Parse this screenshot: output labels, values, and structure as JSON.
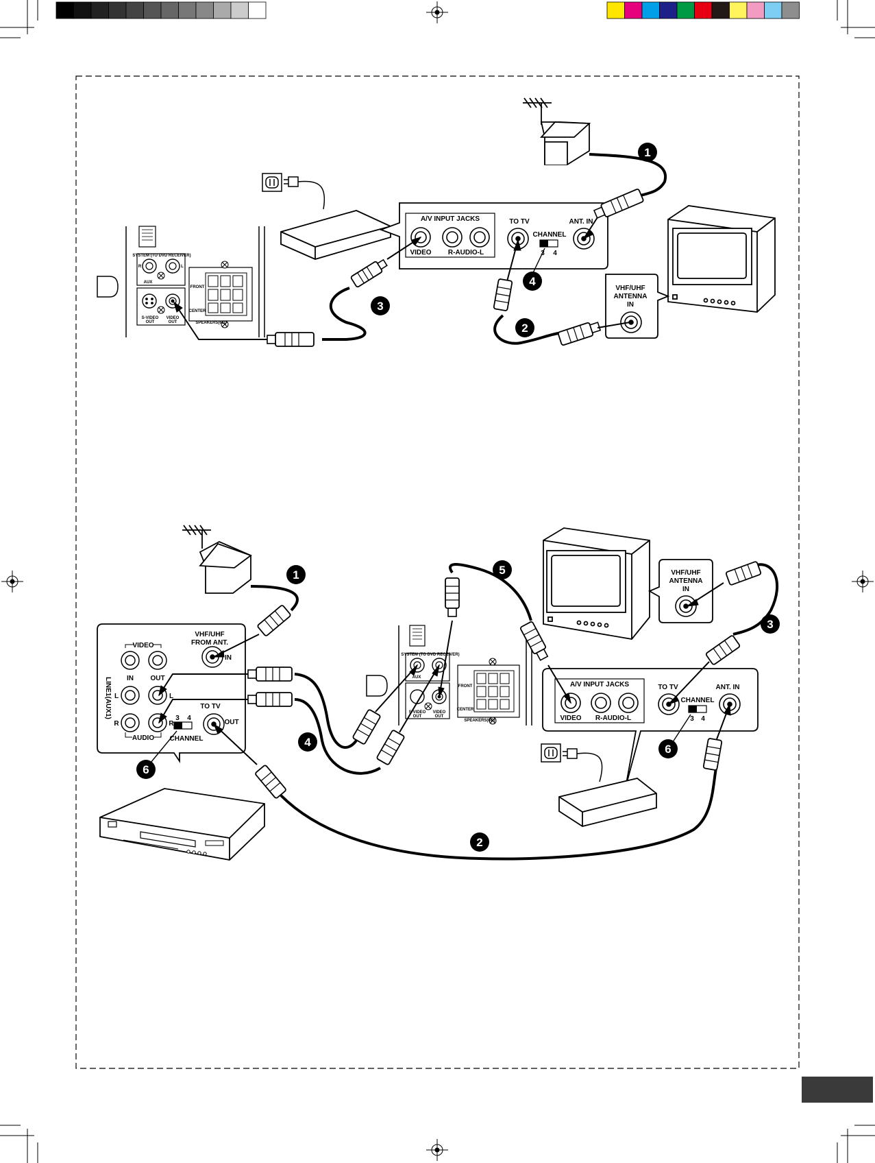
{
  "color_bars": {
    "grayscale": [
      "#000000",
      "#111111",
      "#222222",
      "#333333",
      "#444444",
      "#555555",
      "#666666",
      "#777777",
      "#888888",
      "#aaaaaa",
      "#cccccc",
      "#ffffff"
    ],
    "process": [
      "#ffe600",
      "#e6007e",
      "#00a0e9",
      "#1d2088",
      "#009944",
      "#e60012",
      "#231815",
      "#fff45c",
      "#f29cc4",
      "#7ecef4",
      "#8e8e8e"
    ]
  },
  "diagram_top": {
    "av_input_jacks": "A/V INPUT JACKS",
    "video": "VIDEO",
    "audio": "R-AUDIO-L",
    "to_tv": "TO TV",
    "channel": "CHANNEL",
    "ch3": "3",
    "ch4": "4",
    "ant_in": "ANT. IN",
    "tv_in_l1": "VHF/UHF",
    "tv_in_l2": "ANTENNA",
    "tv_in_l3": "IN",
    "rear_system": "SYSTEM (TO DVD RECEIVER)",
    "rear_aux": "AUX",
    "rear_svideo_l1": "S-VIDEO",
    "rear_svideo_l2": "OUT",
    "rear_video_l1": "VIDEO",
    "rear_video_l2": "OUT",
    "rear_speakers": "SPEAKERS(6Ω)",
    "rear_front": "FRONT",
    "rear_center": "CENTER",
    "rear_r": "R",
    "rear_l": "L",
    "num1": "1",
    "num2": "2",
    "num3": "3",
    "num4": "4"
  },
  "diagram_bottom": {
    "vcr_video": "VIDEO",
    "vcr_in": "IN",
    "vcr_out": "OUT",
    "vcr_from_ant_l1": "VHF/UHF",
    "vcr_from_ant_l2": "FROM ANT.",
    "vcr_ant_in": "IN",
    "vcr_line": "LINE1(AUX1)",
    "vcr_l": "L",
    "vcr_r": "R",
    "vcr_audio": "AUDIO",
    "vcr_to_tv": "TO TV",
    "vcr_tv_out": "OUT",
    "vcr_channel": "CHANNEL",
    "vcr_ch3": "3",
    "vcr_ch4": "4",
    "tv_in_l1": "VHF/UHF",
    "tv_in_l2": "ANTENNA",
    "tv_in_l3": "IN",
    "av_input_jacks": "A/V INPUT JACKS",
    "video": "VIDEO",
    "audio": "R-AUDIO-L",
    "to_tv": "TO TV",
    "channel": "CHANNEL",
    "ch3": "3",
    "ch4": "4",
    "ant_in": "ANT. IN",
    "rear_system": "SYSTEM (TO DVD RECEIVER)",
    "rear_aux": "AUX",
    "rear_svideo_l1": "S-VIDEO",
    "rear_svideo_l2": "OUT",
    "rear_video_l1": "VIDEO",
    "rear_video_l2": "OUT",
    "rear_speakers": "SPEAKERS(6Ω)",
    "rear_front": "FRONT",
    "rear_center": "CENTER",
    "num1": "1",
    "num2": "2",
    "num3": "3",
    "num4": "4",
    "num5": "5",
    "num6a": "6",
    "num6b": "6"
  }
}
